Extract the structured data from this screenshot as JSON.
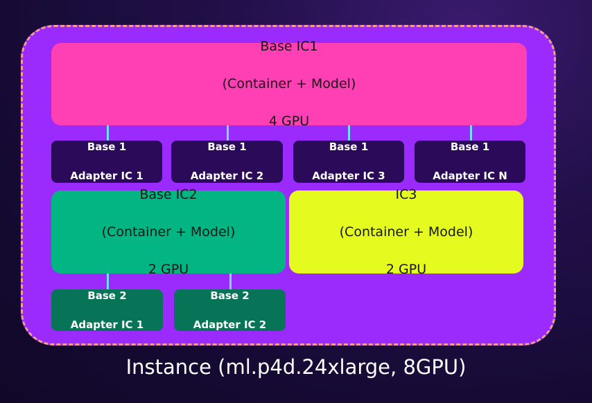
{
  "instance_label": "Instance (ml.p4d.24xlarge, 8GPU)",
  "colors": {
    "instance_fill": "#9b2bfc",
    "instance_border": "#f2a08c",
    "ic1": "#ff3fb4",
    "ic2": "#04b584",
    "ic3": "#e5fb1f",
    "adapter_base1": "#2c0a5a",
    "adapter_base2": "#077457",
    "connector": "#6ee2f2"
  },
  "inference_components": [
    {
      "name": "Base IC1",
      "detail": "(Container + Model)",
      "gpu": "4 GPU"
    },
    {
      "name": "Base IC2",
      "detail": "(Container + Model)",
      "gpu": "2 GPU"
    },
    {
      "name": "IC3",
      "detail": "(Container + Model)",
      "gpu": "2 GPU"
    }
  ],
  "adapters_base1": [
    {
      "base": "Base 1",
      "name": "Adapter IC 1"
    },
    {
      "base": "Base 1",
      "name": "Adapter IC 2"
    },
    {
      "base": "Base 1",
      "name": "Adapter IC 3"
    },
    {
      "base": "Base 1",
      "name": "Adapter IC N"
    }
  ],
  "adapters_base2": [
    {
      "base": "Base 2",
      "name": "Adapter IC 1"
    },
    {
      "base": "Base 2",
      "name": "Adapter IC 2"
    }
  ]
}
